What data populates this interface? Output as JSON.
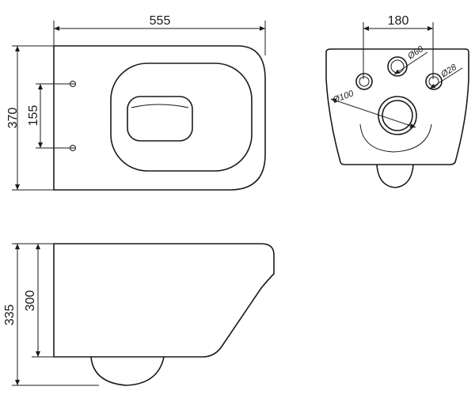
{
  "top_view": {
    "width_dim": "555",
    "depth_dim": "370",
    "fixing_spacing_dim": "155"
  },
  "rear_view": {
    "fixing_width_dim": "180",
    "inlet_dia": "Ø60",
    "fixing_hole_dia": "Ø28",
    "outlet_dia": "Ø100"
  },
  "side_view": {
    "total_height_dim": "335",
    "rim_height_dim": "300"
  }
}
